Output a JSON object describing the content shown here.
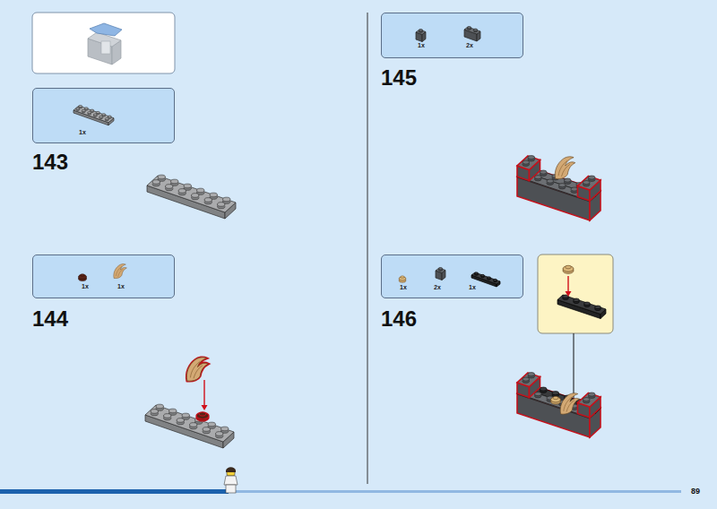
{
  "diagram": {
    "nodes": [
      {
        "text": [
          "1x"
        ]
      },
      {
        "text": [
          "1x",
          "1x"
        ]
      },
      {
        "text": [
          "1x",
          "2x"
        ]
      },
      {
        "text": [
          "1x",
          "2x",
          "1x"
        ]
      }
    ],
    "labels": [
      "143",
      "144",
      "145",
      "146",
      "89"
    ]
  }
}
